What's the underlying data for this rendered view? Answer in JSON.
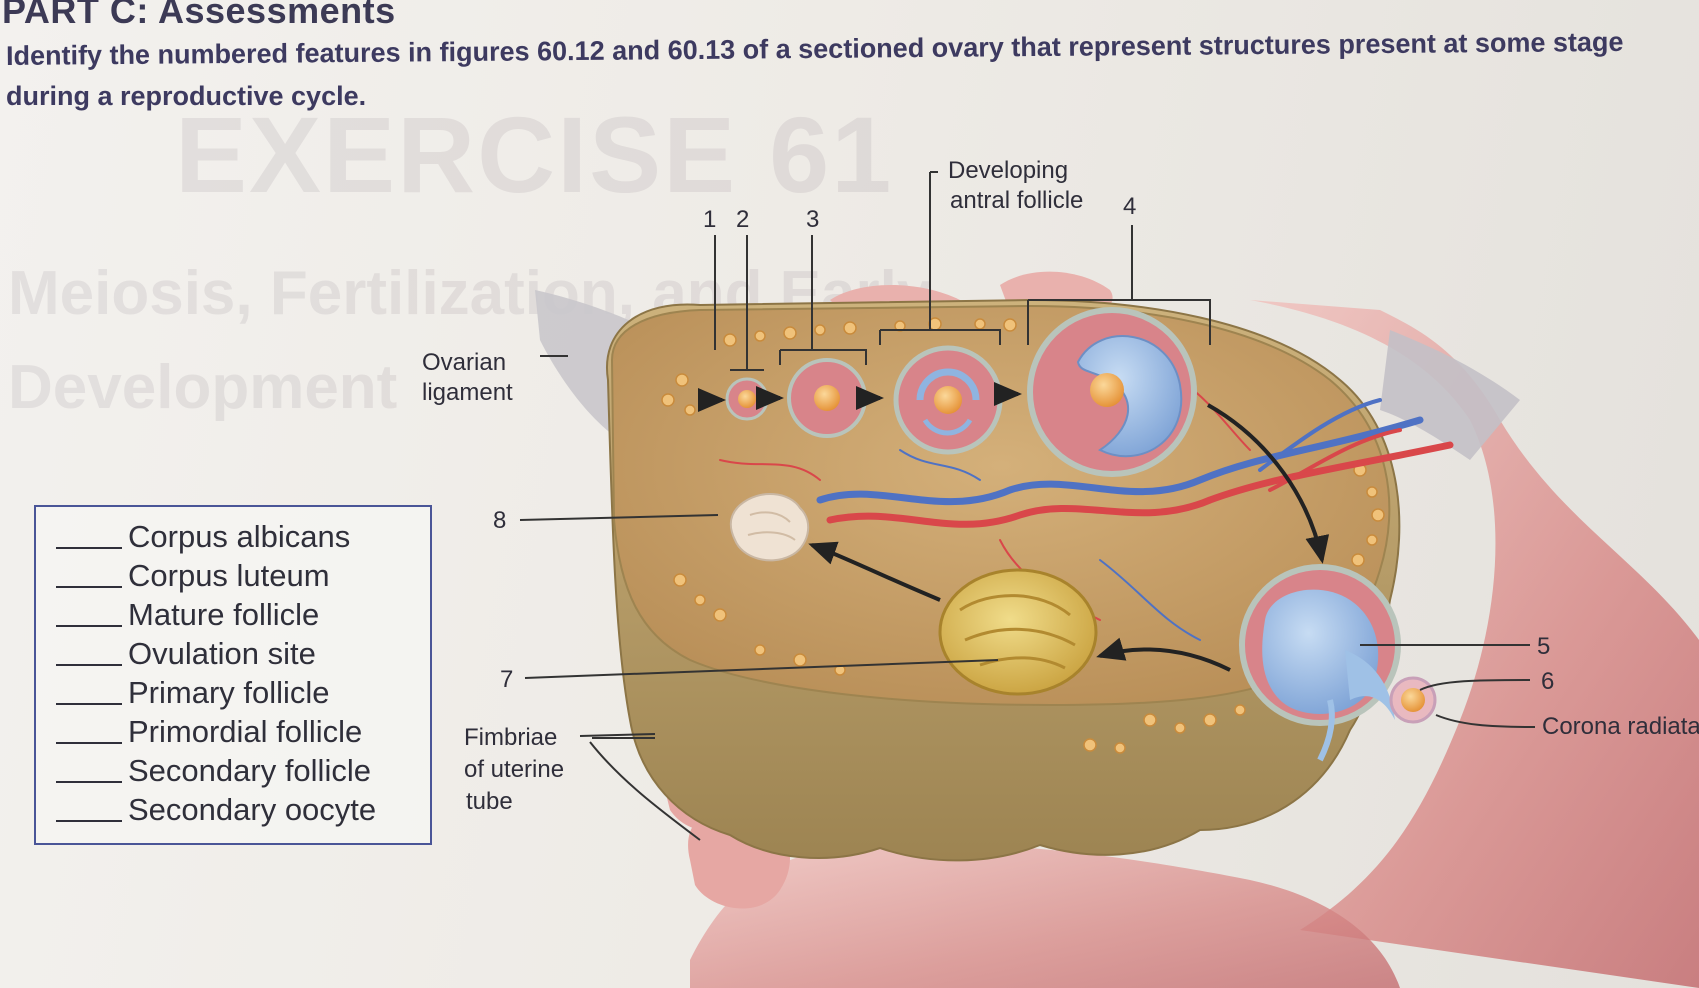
{
  "header": {
    "part_title": "PART C: Assessments",
    "instructions_line1": "Identify the numbered features in figures 60.12 and 60.13 of a sectioned ovary that represent structures present at some stage",
    "instructions_line2": "during a reproductive cycle."
  },
  "watermark": {
    "line1": "EXERCISE 61",
    "line2": "Meiosis, Fertilization, and Early",
    "line3": "Development"
  },
  "answer_list": [
    "Corpus albicans",
    "Corpus luteum",
    "Mature follicle",
    "Ovulation site",
    "Primary follicle",
    "Primordial follicle",
    "Secondary follicle",
    "Secondary oocyte"
  ],
  "figure_labels": {
    "num_1": "1",
    "num_2": "2",
    "num_3": "3",
    "num_4": "4",
    "num_5": "5",
    "num_6": "6",
    "num_7": "7",
    "num_8": "8",
    "developing_line1": "Developing",
    "developing_line2": "antral follicle",
    "ovarian_line1": "Ovarian",
    "ovarian_line2": "ligament",
    "fimbriae_line1": "Fimbriae",
    "fimbriae_line2": "of uterine",
    "fimbriae_line3": "tube",
    "corona": "Corona radiata"
  },
  "colors": {
    "ovary_stroma": "#c9a36a",
    "ovary_capsule": "#b89a62",
    "tube_pink": "#d98c8c",
    "follicle_pink": "#d8848a",
    "antrum_blue": "#8fb4e0",
    "oocyte_orange": "#f0a64a",
    "corpus_luteum": "#d9b84e",
    "answer_box_border": "#4a5597"
  }
}
